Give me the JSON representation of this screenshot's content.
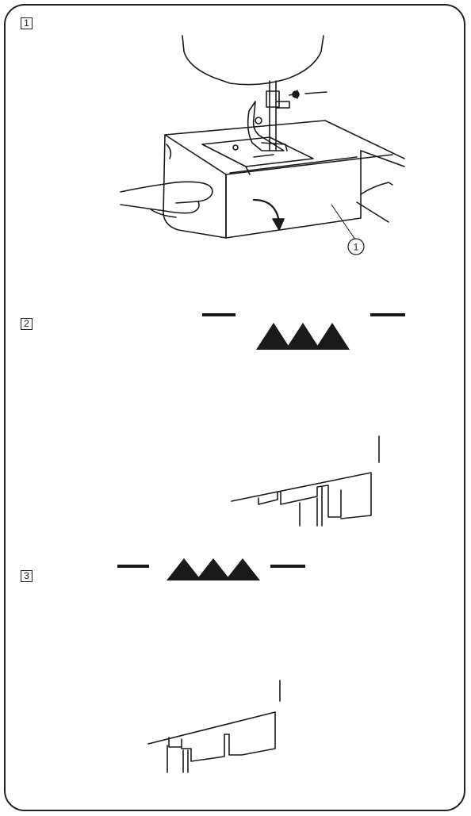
{
  "steps": [
    {
      "number": "1"
    },
    {
      "number": "2"
    },
    {
      "number": "3"
    }
  ],
  "figure1": {
    "callout": "1"
  },
  "icons": {
    "machine": "sewing-machine-icon",
    "hand": "hand-icon",
    "arrow": "curved-arrow-icon",
    "bar": "dash-bar-icon",
    "triangles": "triangle-row-icon",
    "cross_section": "cross-section-icon"
  }
}
